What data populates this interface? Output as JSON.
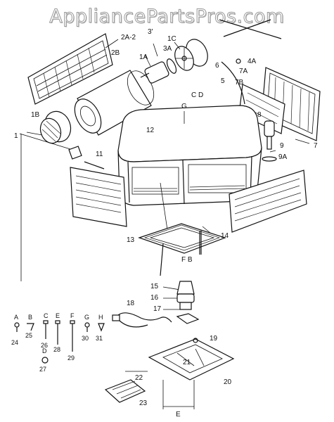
{
  "watermark": {
    "text": "AppliancePartsPros.com"
  },
  "labels": {
    "l_2a2": "2A-2",
    "l_2b": "2B",
    "l_3prime": "3'",
    "l_3a": "3A",
    "l_1c": "1C",
    "l_1a": "1A",
    "l_4a": "4A",
    "l_6": "6",
    "l_7a": "7A",
    "l_5": "5",
    "l_7b": "7B",
    "l_cd": "C D",
    "l_g": "G",
    "l_8": "8",
    "l_1b": "1B",
    "l_12": "12",
    "l_1": "1",
    "l_9": "9",
    "l_7": "7",
    "l_11": "11",
    "l_9a": "9A",
    "l_13": "13",
    "l_14": "14",
    "l_fb": "F B",
    "l_15": "15",
    "l_16": "16",
    "l_17": "17",
    "l_18": "18",
    "l_19": "19",
    "l_21": "21",
    "l_20": "20",
    "l_22": "22",
    "l_23": "23",
    "l_e": "E"
  },
  "hardware": {
    "A": "A",
    "B": "B",
    "C": "C",
    "E": "E",
    "F": "F",
    "G": "G",
    "H": "H",
    "D": "D",
    "n24": "24",
    "n25": "25",
    "n26": "26",
    "n28": "28",
    "n29": "29",
    "n30": "30",
    "n31": "31",
    "n27": "27"
  }
}
